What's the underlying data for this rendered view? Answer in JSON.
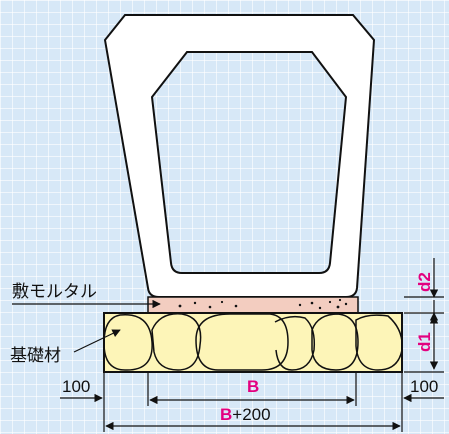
{
  "labels": {
    "mortar": "敷モルタル",
    "base_material": "基礎材",
    "d2": "d2",
    "d1": "d1",
    "left_offset": "100",
    "right_offset": "100",
    "width_b": "B",
    "total_width_b": "B",
    "total_width_suffix": "+200"
  },
  "colors": {
    "background": "#d7e8f7",
    "grid": "#ffffff",
    "culvert_fill": "#ffffff",
    "mortar_fill": "#f3cdc0",
    "base_fill": "#fdf5b8",
    "accent_magenta": "#e3007f",
    "line": "#111111"
  }
}
